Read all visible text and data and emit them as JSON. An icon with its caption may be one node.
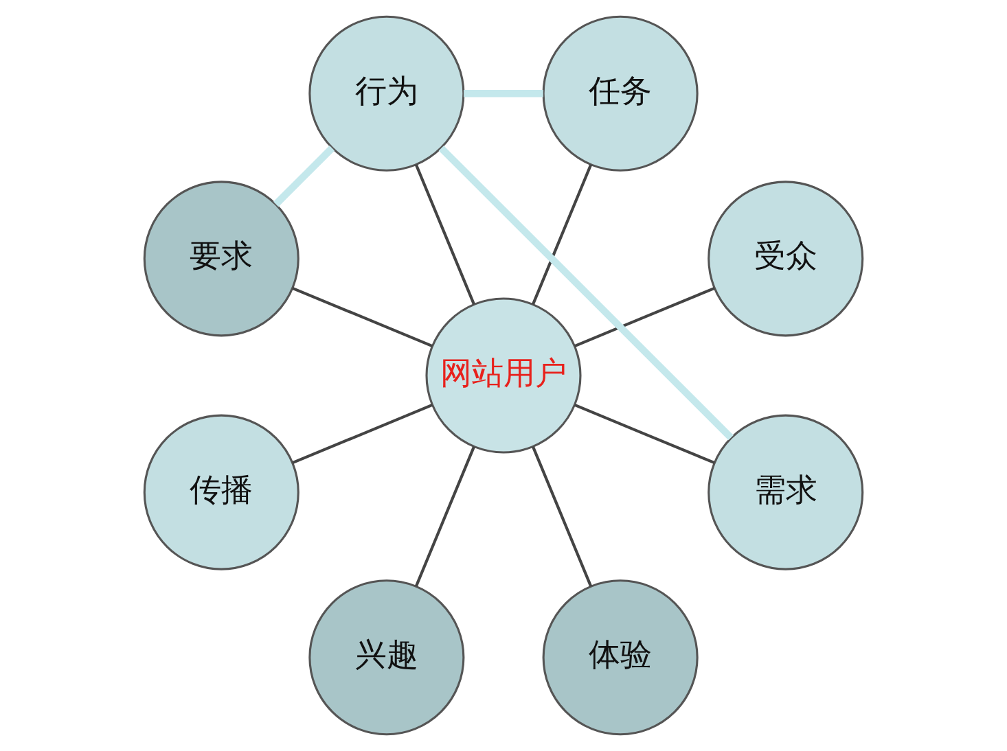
{
  "diagram": {
    "nodes": [
      {
        "text": [
          "网站用户"
        ]
      },
      {
        "text": [
          "受众"
        ]
      },
      {
        "text": [
          "任务"
        ]
      },
      {
        "text": [
          "行为"
        ]
      },
      {
        "text": [
          "要求"
        ]
      },
      {
        "text": [
          "传播"
        ]
      },
      {
        "text": [
          "兴趣"
        ]
      },
      {
        "text": [
          "体验"
        ]
      },
      {
        "text": [
          "需求"
        ]
      }
    ],
    "edges": [
      {
        "from": 0,
        "to": 1,
        "arrow": "none"
      },
      {
        "from": 0,
        "to": 2,
        "arrow": "none"
      },
      {
        "from": 0,
        "to": 3,
        "arrow": "none"
      },
      {
        "from": 0,
        "to": 4,
        "arrow": "none"
      },
      {
        "from": 0,
        "to": 5,
        "arrow": "none"
      },
      {
        "from": 0,
        "to": 6,
        "arrow": "none"
      },
      {
        "from": 0,
        "to": 7,
        "arrow": "none"
      },
      {
        "from": 0,
        "to": 8,
        "arrow": "none"
      },
      {
        "from": 8,
        "to": 3,
        "arrow": "none",
        "style": "thick",
        "color": "#c4e8ec"
      },
      {
        "from": 2,
        "to": 3,
        "arrow": "none",
        "style": "thick",
        "color": "#c4e8ec"
      },
      {
        "from": 3,
        "to": 4,
        "arrow": "none",
        "style": "thick",
        "color": "#c4e8ec"
      }
    ]
  }
}
